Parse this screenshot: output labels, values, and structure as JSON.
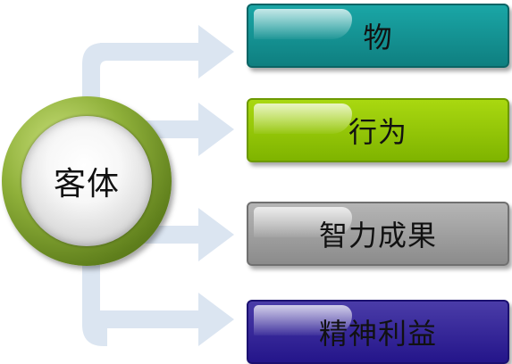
{
  "center": {
    "label": "客体"
  },
  "items": [
    {
      "label": "物",
      "color": "#0f8a8b"
    },
    {
      "label": "行为",
      "color": "#8cc400"
    },
    {
      "label": "智力成果",
      "color": "#9a9a9a"
    },
    {
      "label": "精神利益",
      "color": "#2a1a90"
    }
  ],
  "arrow_color": "#dbe5f1"
}
